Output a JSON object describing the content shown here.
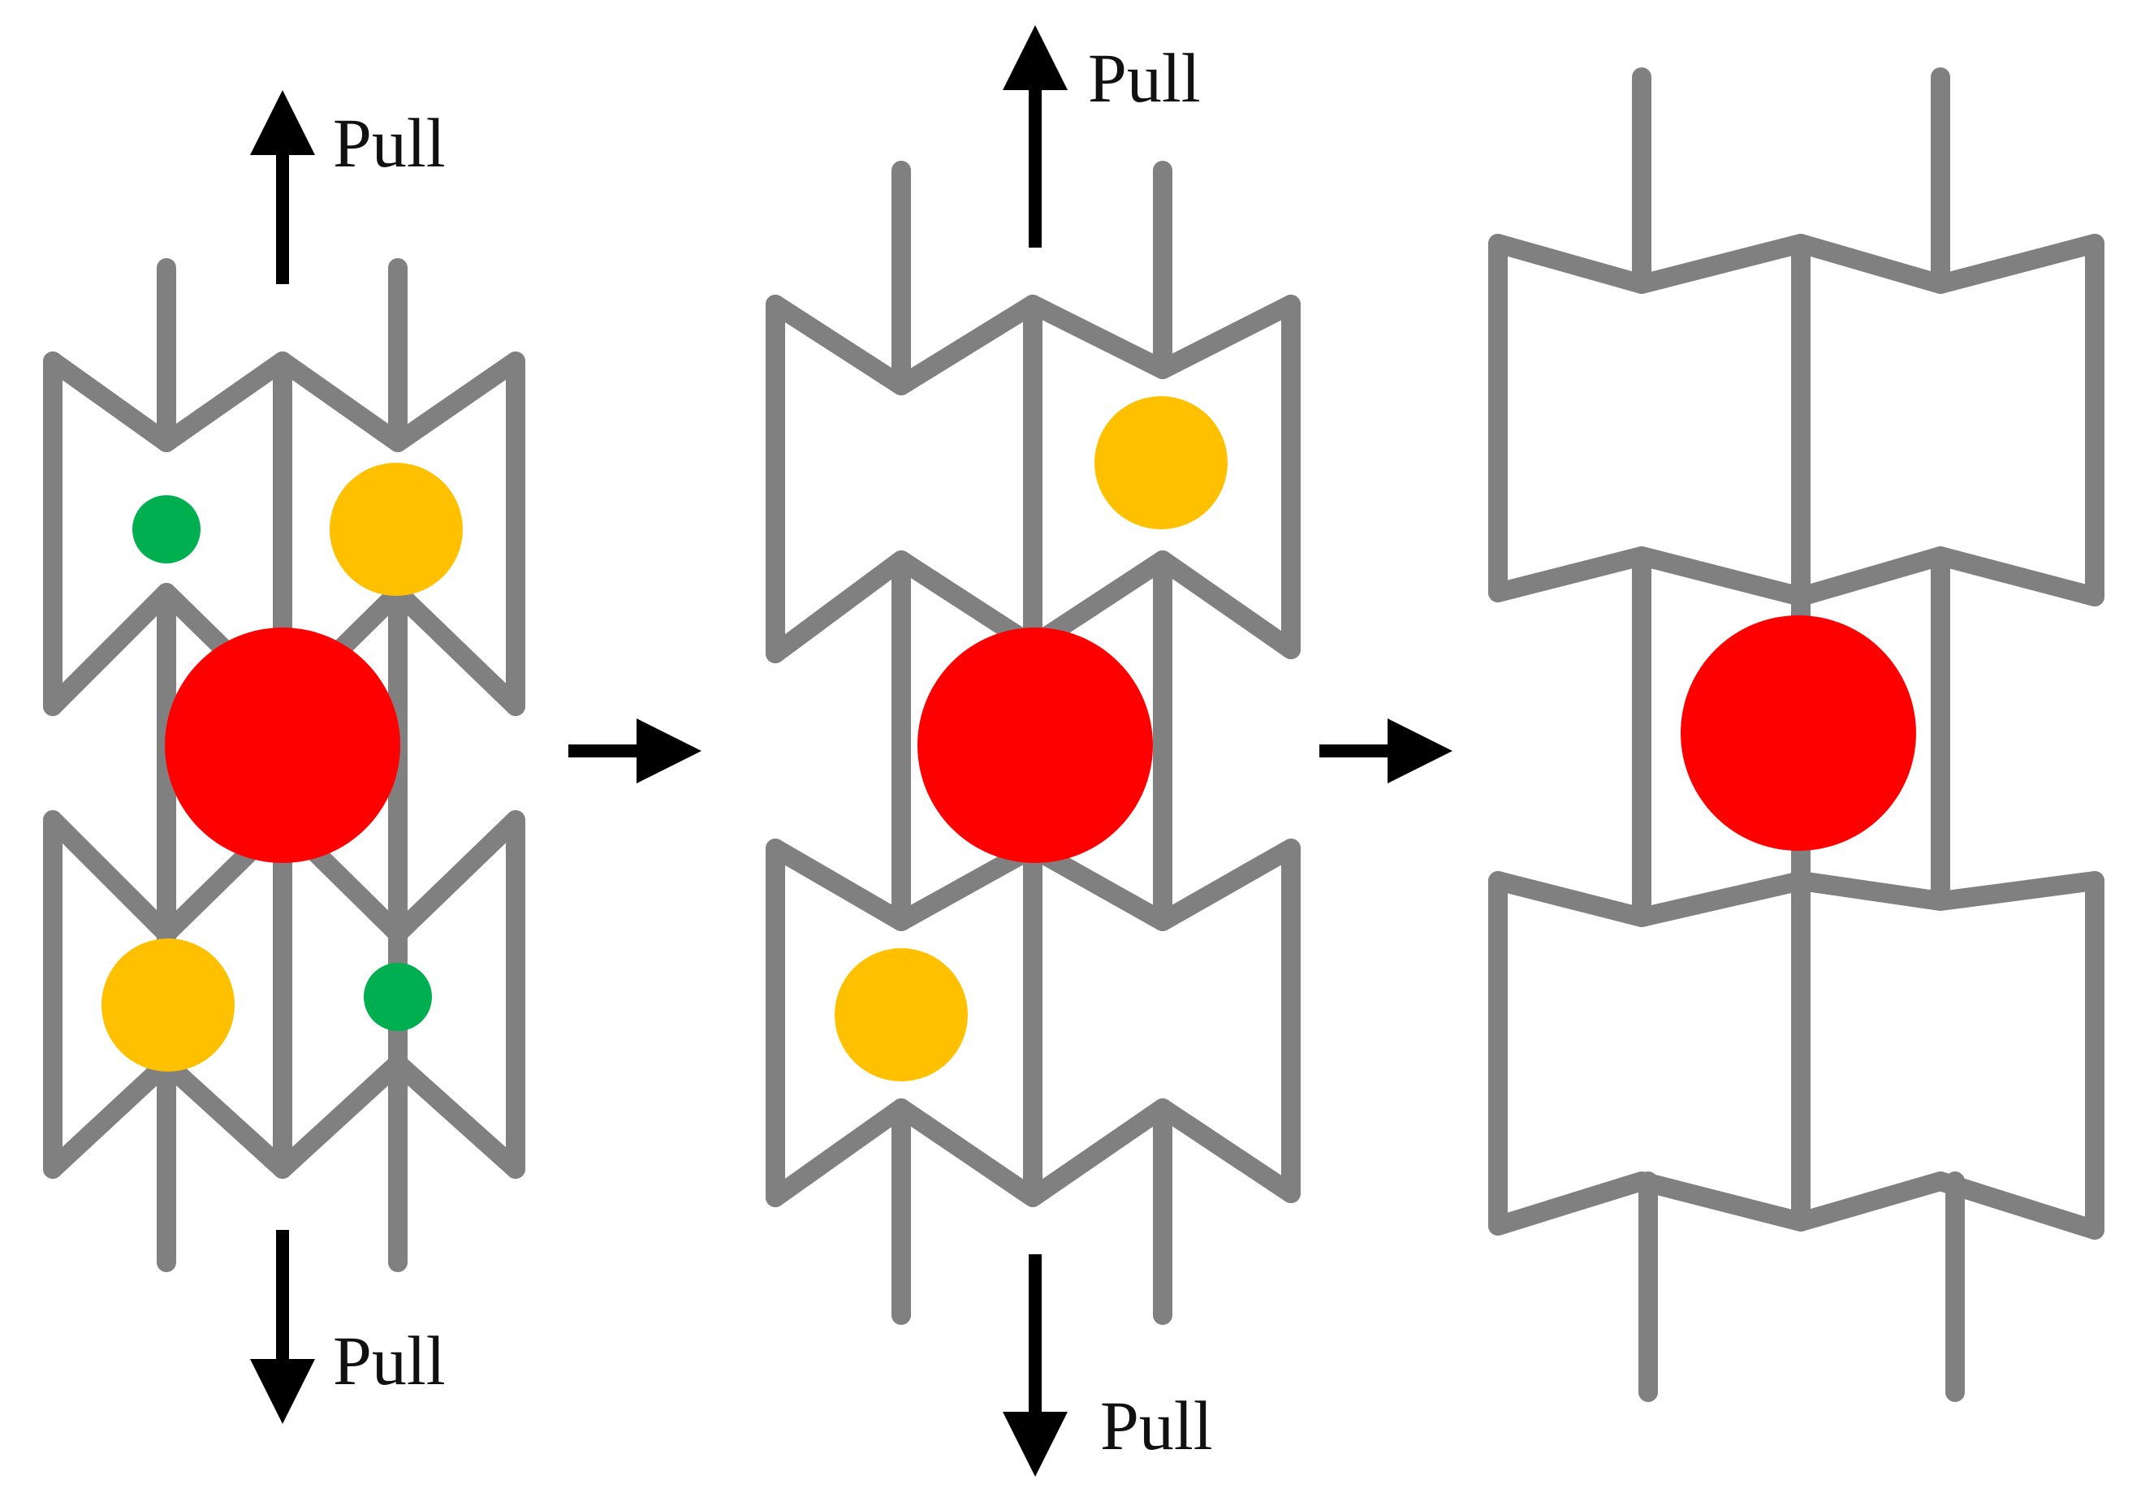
{
  "labels": {
    "stage1_top": "Pull",
    "stage1_bottom": "Pull",
    "stage2_top": "Pull",
    "stage2_bottom": "Pull"
  },
  "colors": {
    "lattice": "#808080",
    "arrow": "#000000",
    "large_particle": "#ff0000",
    "medium_particle": "#ffc000",
    "small_particle": "#00b050"
  }
}
